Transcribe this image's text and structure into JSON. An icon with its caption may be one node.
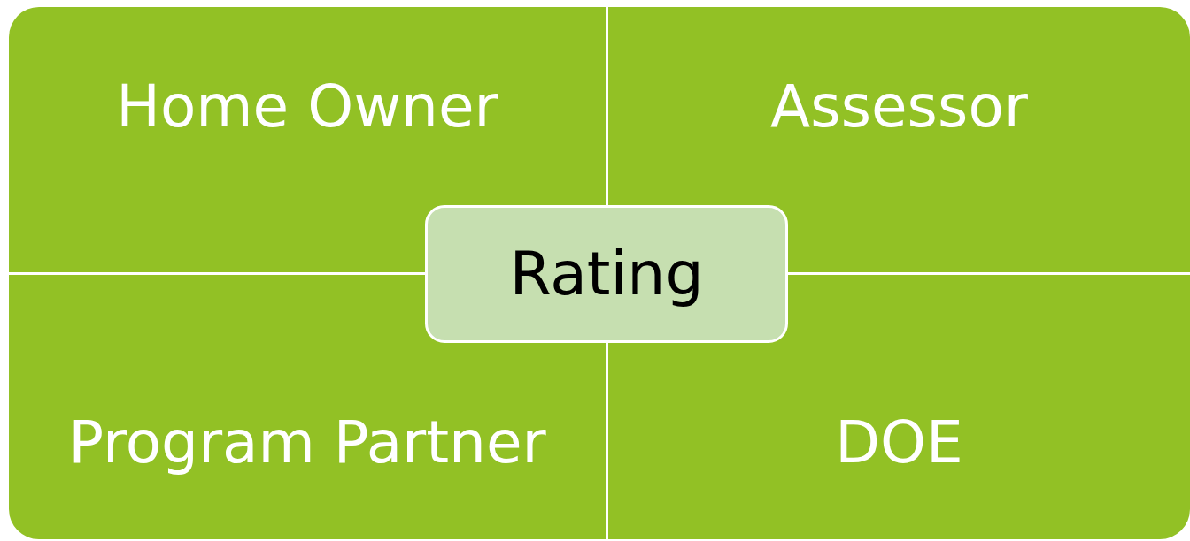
{
  "diagram": {
    "nodes": [
      {
        "text": [
          "Home Owner"
        ]
      },
      {
        "text": [
          "Assessor"
        ]
      },
      {
        "text": [
          "Program Partner"
        ]
      },
      {
        "text": [
          "DOE"
        ]
      },
      {
        "text": [
          "Rating"
        ]
      }
    ]
  }
}
